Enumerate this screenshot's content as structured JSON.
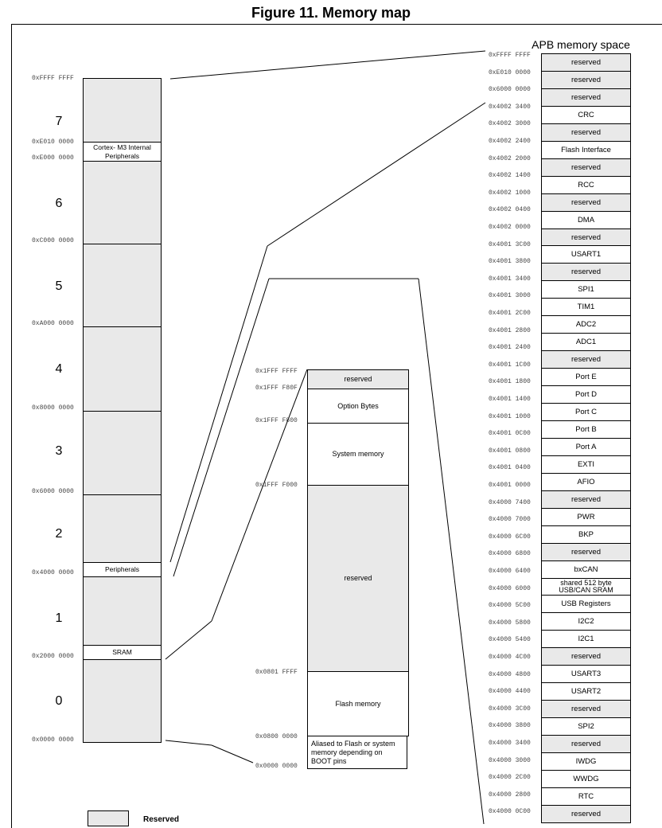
{
  "title": "Figure 11. Memory map",
  "apb_title": "APB memory space",
  "legend": {
    "label": "Reserved"
  },
  "main_column": {
    "regions": [
      "7",
      "6",
      "5",
      "4",
      "3",
      "2",
      "1",
      "0"
    ],
    "addresses": [
      "0xFFFF FFFF",
      "0xE010 0000",
      "0xE000 0000",
      "0xC000 0000",
      "0xA000 0000",
      "0x8000 0000",
      "0x6000 0000",
      "0x4000 0000",
      "0x2000 0000",
      "0x0000 0000"
    ],
    "blocks": [
      {
        "label": "",
        "shade": "gray"
      },
      {
        "label": "Cortex- M3 Internal Peripherals",
        "shade": "white"
      },
      {
        "label": "",
        "shade": "gray"
      },
      {
        "label": "",
        "shade": "gray"
      },
      {
        "label": "",
        "shade": "gray"
      },
      {
        "label": "",
        "shade": "gray"
      },
      {
        "label": "",
        "shade": "gray"
      },
      {
        "label": "Peripherals",
        "shade": "white"
      },
      {
        "label": "",
        "shade": "gray"
      },
      {
        "label": "SRAM",
        "shade": "white"
      },
      {
        "label": "",
        "shade": "gray"
      }
    ]
  },
  "middle_column": {
    "addresses": [
      "0x1FFF FFFF",
      "0x1FFF F80F",
      "0x1FFF F800",
      "0x1FFF F000",
      "0x0801 FFFF",
      "0x0800 0000",
      "0x0000 0000"
    ],
    "blocks": [
      {
        "label": "reserved",
        "shade": "gray"
      },
      {
        "label": "Option Bytes",
        "shade": "white"
      },
      {
        "label": "System memory",
        "shade": "white"
      },
      {
        "label": "reserved",
        "shade": "gray"
      },
      {
        "label": "Flash memory",
        "shade": "white"
      },
      {
        "label": "Aliased to Flash or system memory depending on BOOT pins",
        "shade": "white"
      }
    ]
  },
  "apb_column": {
    "addresses": [
      "0xFFFF FFFF",
      "0xE010 0000",
      "0x6000 0000",
      "0x4002 3400",
      "0x4002 3000",
      "0x4002 2400",
      "0x4002 2000",
      "0x4002 1400",
      "0x4002 1000",
      "0x4002 0400",
      "0x4002 0000",
      "0x4001 3C00",
      "0x4001 3800",
      "0x4001 3400",
      "0x4001 3000",
      "0x4001 2C00",
      "0x4001 2800",
      "0x4001 2400",
      "0x4001 1C00",
      "0x4001 1800",
      "0x4001 1400",
      "0x4001 1000",
      "0x4001 0C00",
      "0x4001 0800",
      "0x4001 0400",
      "0x4001 0000",
      "0x4000 7400",
      "0x4000 7000",
      "0x4000 6C00",
      "0x4000 6800",
      "0x4000 6400",
      "0x4000 6000",
      "0x4000 5C00",
      "0x4000 5800",
      "0x4000 5400",
      "0x4000 4C00",
      "0x4000 4800",
      "0x4000 4400",
      "0x4000 3C00",
      "0x4000 3800",
      "0x4000 3400",
      "0x4000 3000",
      "0x4000 2C00",
      "0x4000 2800",
      "0x4000 0C00"
    ],
    "blocks": [
      {
        "label": "reserved",
        "shade": "gray"
      },
      {
        "label": "reserved",
        "shade": "gray"
      },
      {
        "label": "reserved",
        "shade": "gray"
      },
      {
        "label": "CRC",
        "shade": "white"
      },
      {
        "label": "reserved",
        "shade": "gray"
      },
      {
        "label": "Flash Interface",
        "shade": "white"
      },
      {
        "label": "reserved",
        "shade": "gray"
      },
      {
        "label": "RCC",
        "shade": "white"
      },
      {
        "label": "reserved",
        "shade": "gray"
      },
      {
        "label": "DMA",
        "shade": "white"
      },
      {
        "label": "reserved",
        "shade": "gray"
      },
      {
        "label": "USART1",
        "shade": "white"
      },
      {
        "label": "reserved",
        "shade": "gray"
      },
      {
        "label": "SPI1",
        "shade": "white"
      },
      {
        "label": "TIM1",
        "shade": "white"
      },
      {
        "label": "ADC2",
        "shade": "white"
      },
      {
        "label": "ADC1",
        "shade": "white"
      },
      {
        "label": "reserved",
        "shade": "gray"
      },
      {
        "label": "Port E",
        "shade": "white"
      },
      {
        "label": "Port D",
        "shade": "white"
      },
      {
        "label": "Port C",
        "shade": "white"
      },
      {
        "label": "Port B",
        "shade": "white"
      },
      {
        "label": "Port A",
        "shade": "white"
      },
      {
        "label": "EXTI",
        "shade": "white"
      },
      {
        "label": "AFIO",
        "shade": "white"
      },
      {
        "label": "reserved",
        "shade": "gray"
      },
      {
        "label": "PWR",
        "shade": "white"
      },
      {
        "label": "BKP",
        "shade": "white"
      },
      {
        "label": "reserved",
        "shade": "gray"
      },
      {
        "label": "bxCAN",
        "shade": "white"
      },
      {
        "label": "shared 512 byte USB/CAN SRAM",
        "shade": "white"
      },
      {
        "label": "USB Registers",
        "shade": "white"
      },
      {
        "label": "I2C2",
        "shade": "white"
      },
      {
        "label": "I2C1",
        "shade": "white"
      },
      {
        "label": "reserved",
        "shade": "gray"
      },
      {
        "label": "USART3",
        "shade": "white"
      },
      {
        "label": "USART2",
        "shade": "white"
      },
      {
        "label": "reserved",
        "shade": "gray"
      },
      {
        "label": "SPI2",
        "shade": "white"
      },
      {
        "label": "reserved",
        "shade": "gray"
      },
      {
        "label": "IWDG",
        "shade": "white"
      },
      {
        "label": "WWDG",
        "shade": "white"
      },
      {
        "label": "RTC",
        "shade": "white"
      },
      {
        "label": "reserved",
        "shade": "gray"
      }
    ]
  }
}
